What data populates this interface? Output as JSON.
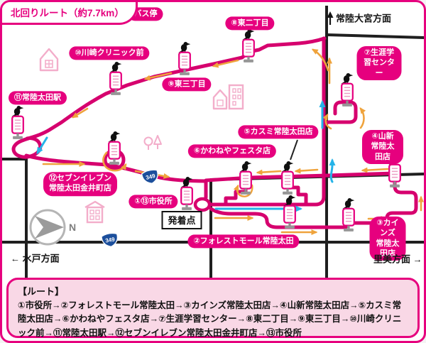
{
  "title": "北回りルート（約7.7km）",
  "legend": {
    "bus_stop": "バス停"
  },
  "map": {
    "route_shield": "349",
    "start_point_label": "発着点",
    "compass_label": "N",
    "directions": {
      "top": "常陸大宮方面",
      "left": "水戸方面",
      "left_arrow": "←",
      "right": "里美方面",
      "right_arrow": "→"
    },
    "stops": [
      {
        "label": "①⑬市役所"
      },
      {
        "label": "②フォレストモール常陸太田"
      },
      {
        "label": "③カインズ\n常陸太田店"
      },
      {
        "label": "④山新常陸太田店"
      },
      {
        "label": "⑤カスミ常陸太田店"
      },
      {
        "label": "⑥かわねやフェスタ店"
      },
      {
        "label": "⑦生涯学習センター"
      },
      {
        "label": "⑧東二丁目"
      },
      {
        "label": "⑨東三丁目"
      },
      {
        "label": "⑩川崎クリニック前"
      },
      {
        "label": "⑪常陸太田駅"
      },
      {
        "label": "⑫セブンイレブン\n常陸太田金井町店"
      }
    ]
  },
  "panel": {
    "heading": "【ルート】",
    "route": "①市役所→②フォレストモール常陸太田→③カインズ常陸太田店→④山新常陸太田店→⑤カスミ常陸太田店→⑥かわねやフェスタ店→⑦生涯学習センター→⑧東二丁目→⑨東三丁目→⑩川崎クリニック前→⑪常陸太田駅→⑫セブンイレブン常陸太田金井町店→⑬市役所"
  },
  "colors": {
    "accent_pink": "#e6007e",
    "route_pink": "#d6006e",
    "road_black": "#1f1f1f",
    "arrow_orange": "#efa33c",
    "arrow_cyan": "#25b3e8",
    "shield_blue": "#1c4f9c",
    "panel_bg": "#f9d8e6"
  }
}
